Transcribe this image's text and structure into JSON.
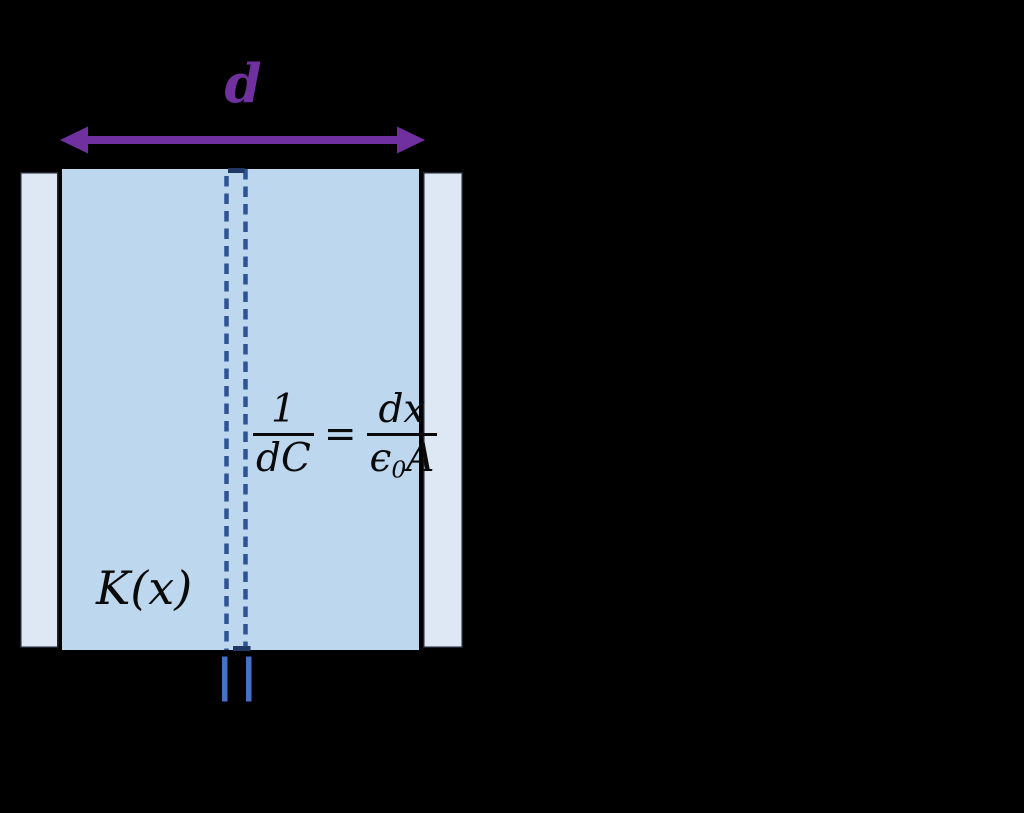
{
  "diagram": {
    "title_semantic": "parallel-plate capacitor with position-dependent dielectric",
    "dimension_label": "d",
    "dielectric_label": "K(x)",
    "equation": {
      "lhs_num": "1",
      "lhs_den": "dC",
      "equals": "=",
      "rhs_num": "dx",
      "rhs_den_epsilon": "ϵ",
      "rhs_den_subscript": "0",
      "rhs_den_area": "A"
    },
    "colors": {
      "background": "#000000",
      "arrow_purple": "#7030A0",
      "dielectric_fill": "#BDD7EE",
      "plate_fill": "#DEE8F4",
      "plate_border": "#1F2430",
      "slice_dash_blue": "#2F5496",
      "slice_dash_dark": "#1F3864",
      "lead_blue": "#4472C4",
      "text_black": "#0A0A0A"
    }
  }
}
